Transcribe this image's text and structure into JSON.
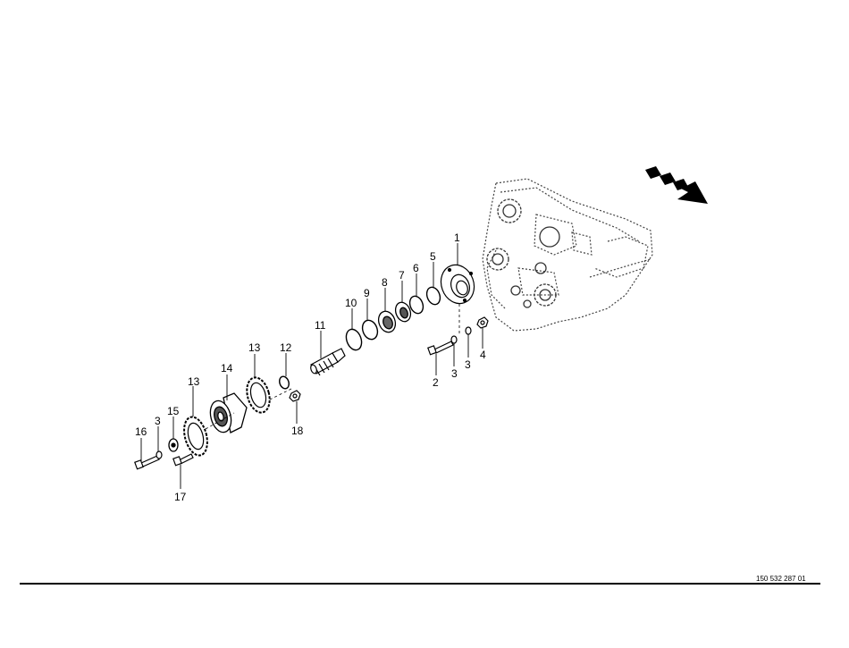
{
  "diagram": {
    "part_labels": [
      {
        "id": "p1",
        "text": "1"
      },
      {
        "id": "p2",
        "text": "2"
      },
      {
        "id": "p3a",
        "text": "3"
      },
      {
        "id": "p3b",
        "text": "3"
      },
      {
        "id": "p3c",
        "text": "3"
      },
      {
        "id": "p4",
        "text": "4"
      },
      {
        "id": "p5",
        "text": "5"
      },
      {
        "id": "p6",
        "text": "6"
      },
      {
        "id": "p7",
        "text": "7"
      },
      {
        "id": "p8",
        "text": "8"
      },
      {
        "id": "p9",
        "text": "9"
      },
      {
        "id": "p10",
        "text": "10"
      },
      {
        "id": "p11",
        "text": "11"
      },
      {
        "id": "p12",
        "text": "12"
      },
      {
        "id": "p13a",
        "text": "13"
      },
      {
        "id": "p13b",
        "text": "13"
      },
      {
        "id": "p14",
        "text": "14"
      },
      {
        "id": "p15",
        "text": "15"
      },
      {
        "id": "p16",
        "text": "16"
      },
      {
        "id": "p17",
        "text": "17"
      },
      {
        "id": "p18",
        "text": "18"
      }
    ]
  },
  "footer": {
    "document_number": "150 532 287 01"
  }
}
